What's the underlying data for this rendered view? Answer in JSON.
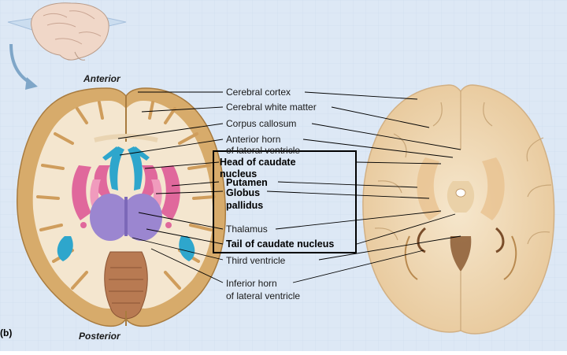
{
  "orientation": {
    "anterior": "Anterior",
    "posterior": "Posterior"
  },
  "panel_label": "(b)",
  "labels": {
    "cerebral_cortex": "Cerebral cortex",
    "cerebral_white_matter": "Cerebral white matter",
    "corpus_callosum": "Corpus callosum",
    "anterior_horn_1": "Anterior horn",
    "anterior_horn_2": "of lateral ventricle",
    "head_caudate_1": "Head of caudate",
    "head_caudate_2": "nucleus",
    "putamen": "Putamen",
    "globus_1": "Globus",
    "globus_2": "pallidus",
    "thalamus": "Thalamus",
    "tail_caudate": "Tail of caudate nucleus",
    "third_ventricle": "Third ventricle",
    "inferior_horn_1": "Inferior horn",
    "inferior_horn_2": "of lateral ventricle"
  },
  "colors": {
    "background": "#dde8f5",
    "cortex": "#d7ab6b",
    "white_matter": "#f4e6cf",
    "ventricle": "#2ea6cc",
    "basal_nuclei": "#e0689c",
    "thalamus": "#9b86d0",
    "specimen": "#f1ddc0"
  }
}
